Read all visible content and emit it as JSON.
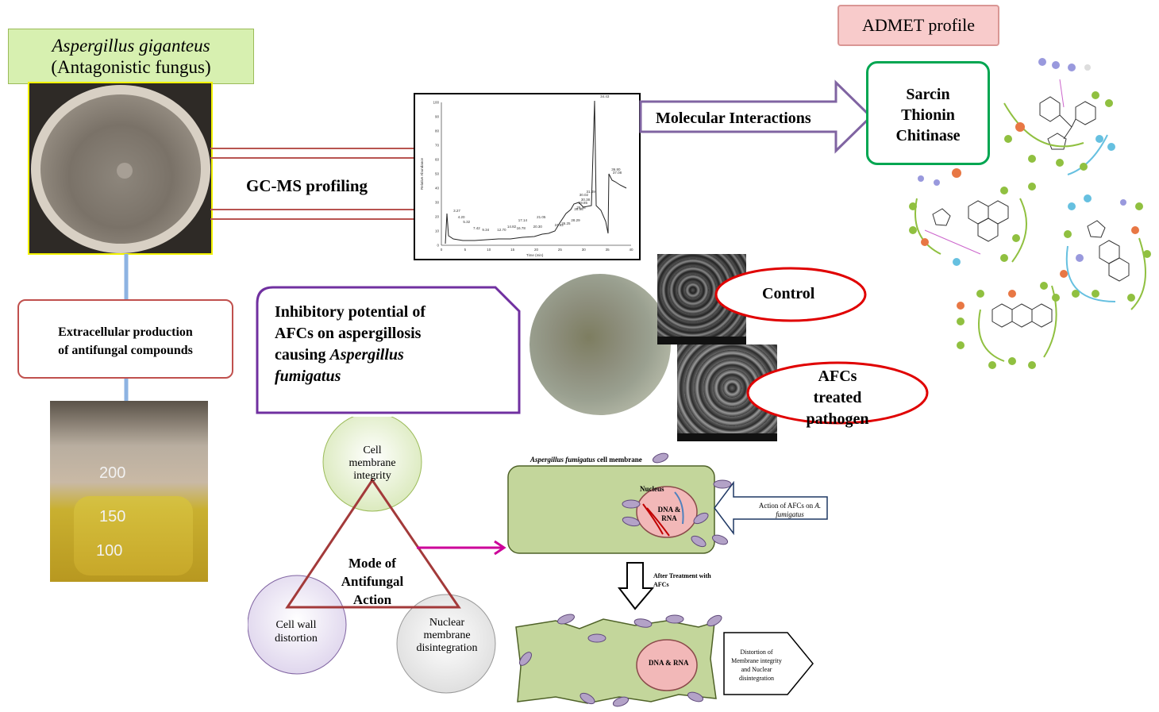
{
  "organism": {
    "name": "Aspergillus giganteus",
    "role": "(Antagonistic fungus)"
  },
  "gcms": {
    "label": "GC-MS profiling",
    "chromatogram": {
      "xlabel": "Time (min)",
      "ylabel": "Relative Abundance",
      "x_ticks": [
        "0",
        "5",
        "10",
        "15",
        "20",
        "25",
        "30",
        "35",
        "40"
      ],
      "y_ticks": [
        "0",
        "10",
        "20",
        "30",
        "40",
        "50",
        "60",
        "70",
        "80",
        "90",
        "100"
      ],
      "peak_labels": [
        "3.27",
        "4.20",
        "5.32",
        "7.42",
        "9.34",
        "12.70",
        "14.82",
        "16.78",
        "17.14",
        "20.30",
        "21.05",
        "24.82",
        "26.25",
        "28.29",
        "28.96",
        "29.46",
        "29.85",
        "30.02",
        "30.38",
        "31.49",
        "34.43",
        "36.80",
        "37.08"
      ]
    }
  },
  "molecular": {
    "arrow_label": "Molecular Interactions",
    "compounds": [
      "Sarcin",
      "Thionin",
      "Chitinase"
    ]
  },
  "admet": {
    "label": "ADMET profile"
  },
  "extracellular": {
    "line1": "Extracellular production",
    "line2": "of antifungal compounds"
  },
  "flask": {
    "marks": [
      "200",
      "150",
      "100"
    ]
  },
  "inhibitory": {
    "line1": "Inhibitory potential of",
    "line2": "AFCs on aspergillosis",
    "line3": "causing ",
    "line3_italic": "Aspergillus",
    "line4_italic": "fumigatus"
  },
  "sem": {
    "control": "Control",
    "treated_l1": "AFCs",
    "treated_l2": "treated",
    "treated_l3": "pathogen"
  },
  "mode": {
    "center_l1": "Mode of",
    "center_l2": "Antifungal",
    "center_l3": "Action",
    "top_l1": "Cell",
    "top_l2": "membrane",
    "top_l3": "integrity",
    "left_l1": "Cell wall",
    "left_l2": "distortion",
    "right_l1": "Nuclear",
    "right_l2": "membrane",
    "right_l3": "disintegration"
  },
  "cell": {
    "title_italic": "Aspergillus fumigatus",
    "title_rest": " cell membrane",
    "nucleus": "Nucleus",
    "dna_l1": "DNA &",
    "dna_l2": "RNA",
    "action_l1": "Action of AFCs on ",
    "action_italic1": "A.",
    "action_italic2": "fumigatus",
    "after_l1": "After Treatment with",
    "after_l2": "AFCs",
    "dna2": "DNA & RNA",
    "distortion_l1": "Distortion of",
    "distortion_l2": "Membrane integrity",
    "distortion_l3": "and Nuclear",
    "distortion_l4": "disintegration"
  },
  "colors": {
    "green_box": "#d7f0b0",
    "red_border": "#c0504d",
    "purple": "#7030a0",
    "green_border": "#00a651",
    "ellipse_red": "#e00000",
    "cell_green": "#c3d69b",
    "nucleus_pink": "#f2b8b8",
    "blue_arrow": "#8db3e2",
    "magenta": "#cc0099"
  }
}
